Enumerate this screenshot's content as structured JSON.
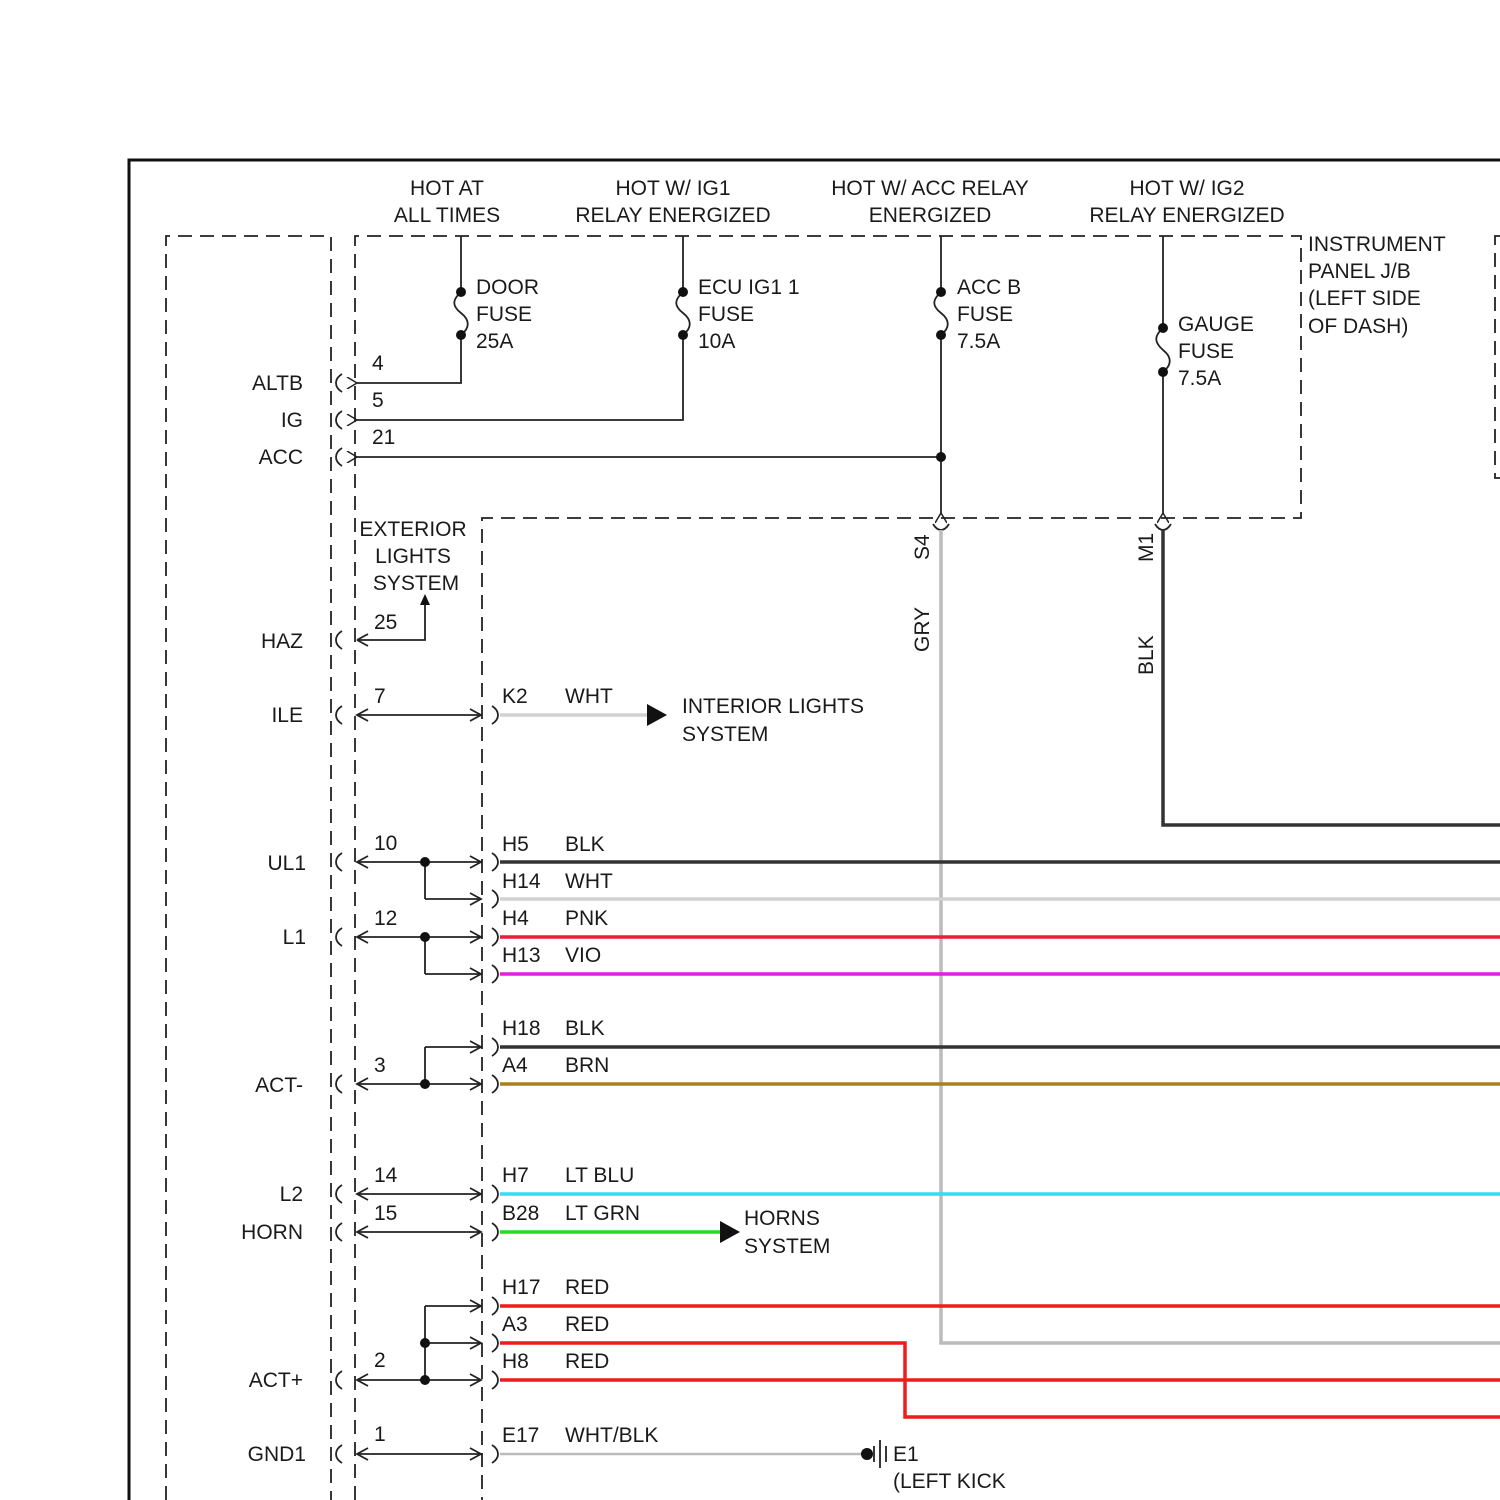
{
  "sources": {
    "hot_at_all_times": [
      "HOT AT",
      "ALL TIMES"
    ],
    "hot_w_ig1": [
      "HOT W/ IG1",
      "RELAY ENERGIZED"
    ],
    "hot_w_acc": [
      "HOT W/ ACC RELAY",
      "ENERGIZED"
    ],
    "hot_w_ig2": [
      "HOT W/ IG2",
      "RELAY ENERGIZED"
    ]
  },
  "fuses": {
    "door": [
      "DOOR",
      "FUSE",
      "25A"
    ],
    "ecu_ig1": [
      "ECU IG1 1",
      "FUSE",
      "10A"
    ],
    "acc_b": [
      "ACC B",
      "FUSE",
      "7.5A"
    ],
    "gauge": [
      "GAUGE",
      "FUSE",
      "7.5A"
    ]
  },
  "junction_block": [
    "INSTRUMENT",
    "PANEL J/B",
    "(LEFT SIDE",
    "OF DASH)"
  ],
  "exterior_lights": [
    "EXTERIOR",
    "LIGHTS",
    "SYSTEM"
  ],
  "interior_lights": [
    "INTERIOR LIGHTS",
    "SYSTEM"
  ],
  "horns": [
    "HORNS",
    "SYSTEM"
  ],
  "ground": [
    "E1",
    "(LEFT KICK"
  ],
  "pins": {
    "altb": {
      "name": "ALTB",
      "num": "4"
    },
    "ig": {
      "name": "IG",
      "num": "5"
    },
    "acc": {
      "name": "ACC",
      "num": "21"
    },
    "haz": {
      "name": "HAZ",
      "num": "25"
    },
    "ile": {
      "name": "ILE",
      "num": "7"
    },
    "ul1": {
      "name": "UL1",
      "num": "10"
    },
    "l1": {
      "name": "L1",
      "num": "12"
    },
    "actm": {
      "name": "ACT-",
      "num": "3"
    },
    "l2": {
      "name": "L2",
      "num": "14"
    },
    "horn": {
      "name": "HORN",
      "num": "15"
    },
    "actp": {
      "name": "ACT+",
      "num": "2"
    },
    "gnd1": {
      "name": "GND1",
      "num": "1"
    }
  },
  "jb_connectors": {
    "s4": {
      "id": "S4",
      "color": "GRY"
    },
    "m1": {
      "id": "M1",
      "color": "BLK"
    }
  },
  "wires": {
    "k2": {
      "pin": "K2",
      "color": "WHT",
      "stroke": "#d0d0d0"
    },
    "h5": {
      "pin": "H5",
      "color": "BLK",
      "stroke": "#333333"
    },
    "h14": {
      "pin": "H14",
      "color": "WHT",
      "stroke": "#d0d0d0"
    },
    "h4": {
      "pin": "H4",
      "color": "PNK",
      "stroke": "#ee1c3a"
    },
    "h13": {
      "pin": "H13",
      "color": "VIO",
      "stroke": "#e020e0"
    },
    "h18": {
      "pin": "H18",
      "color": "BLK",
      "stroke": "#333333"
    },
    "a4": {
      "pin": "A4",
      "color": "BRN",
      "stroke": "#a8801e"
    },
    "h7": {
      "pin": "H7",
      "color": "LT BLU",
      "stroke": "#33ddf2"
    },
    "b28": {
      "pin": "B28",
      "color": "LT GRN",
      "stroke": "#22dd22"
    },
    "h17": {
      "pin": "H17",
      "color": "RED",
      "stroke": "#ee1c1c"
    },
    "a3": {
      "pin": "A3",
      "color": "RED",
      "stroke": "#ee1c1c"
    },
    "h8": {
      "pin": "H8",
      "color": "RED",
      "stroke": "#ee1c1c"
    },
    "e17": {
      "pin": "E17",
      "color": "WHT/BLK",
      "stroke": "#bbbbbb"
    }
  },
  "colors": {
    "gry_wire": "#bbbbbb",
    "blk_wire": "#333333"
  }
}
